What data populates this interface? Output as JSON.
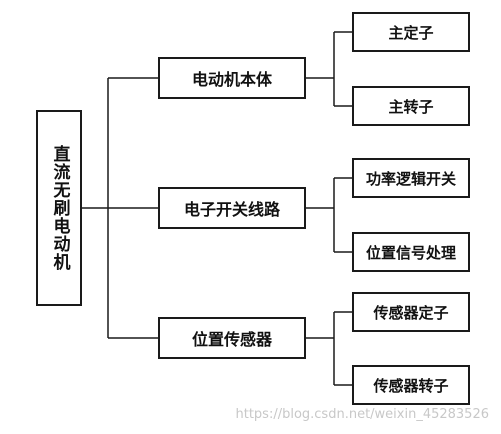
{
  "diagram": {
    "root": {
      "label": "直流无刷电动机"
    },
    "branches": [
      {
        "label": "电动机本体",
        "children": [
          "主定子",
          "主转子"
        ]
      },
      {
        "label": "电子开关线路",
        "children": [
          "功率逻辑开关",
          "位置信号处理"
        ]
      },
      {
        "label": "位置传感器",
        "children": [
          "传感器定子",
          "传感器转子"
        ]
      }
    ],
    "line_color": "#1a1a1a"
  },
  "watermark": "https://blog.csdn.net/weixin_45283526"
}
